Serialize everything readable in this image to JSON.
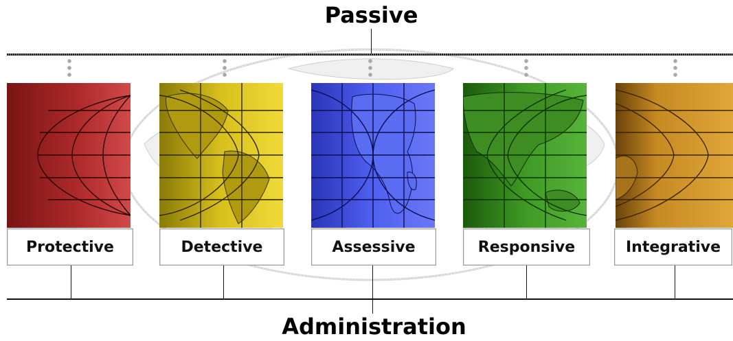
{
  "diagram": {
    "top_label": "Passive",
    "bottom_label": "Administration",
    "categories": [
      {
        "id": "protective",
        "label": "Protective",
        "color": "#b02b2b",
        "shade": "#5c0f0f"
      },
      {
        "id": "detective",
        "label": "Detective",
        "color": "#d8c01c",
        "shade": "#6b5c06"
      },
      {
        "id": "assessive",
        "label": "Assessive",
        "color": "#4f5ff0",
        "shade": "#1d2696"
      },
      {
        "id": "responsive",
        "label": "Responsive",
        "color": "#3f9a24",
        "shade": "#13460a"
      },
      {
        "id": "integrative",
        "label": "Integrative",
        "color": "#d69a2c",
        "shade": "#7a4f0a"
      }
    ]
  }
}
